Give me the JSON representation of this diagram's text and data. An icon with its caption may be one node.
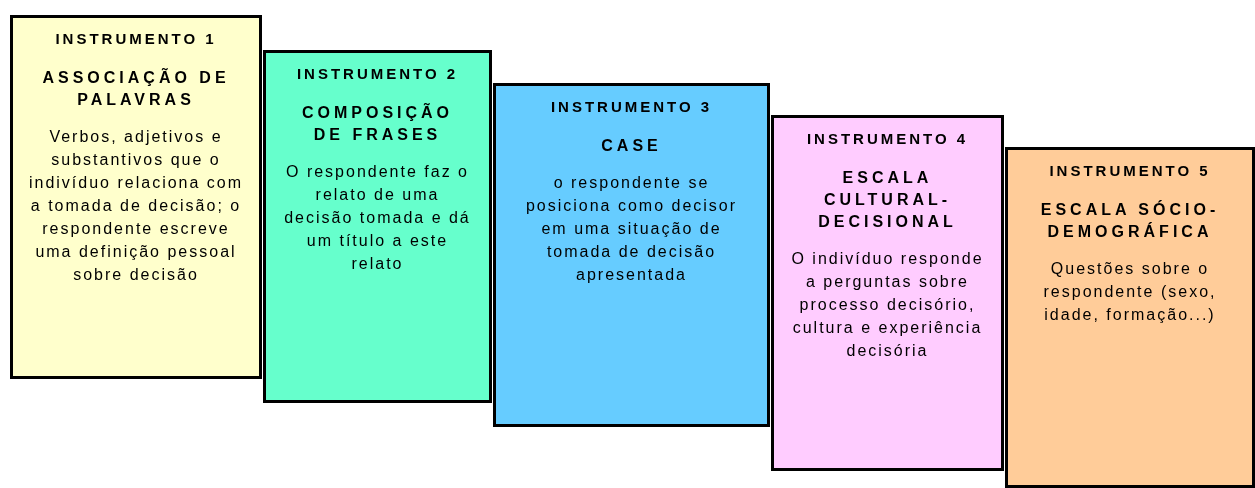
{
  "diagram": {
    "nodes": [
      {
        "text": [
          "INSTRUMENTO 1",
          "ASSOCIAÇÃO DE PALAVRAS",
          "Verbos, adjetivos e substantivos que o indivíduo relaciona com a tomada de decisão; o respondente escreve uma definição pessoal sobre decisão"
        ]
      },
      {
        "text": [
          "INSTRUMENTO 2",
          "COMPOSIÇÃO DE FRASES",
          "O respondente faz o relato de uma decisão tomada e dá um título a este relato"
        ]
      },
      {
        "text": [
          "INSTRUMENTO 3",
          "CASE",
          "o respondente se posiciona como decisor em uma situação de tomada de decisão apresentada"
        ]
      },
      {
        "text": [
          "INSTRUMENTO 4",
          "ESCALA CULTURAL-DECISIONAL",
          "O indivíduo responde a perguntas sobre processo decisório, cultura e experiência decisória"
        ]
      },
      {
        "text": [
          "INSTRUMENTO 5",
          "ESCALA SÓCIO-DEMOGRÁFICA",
          "Questões sobre o respondente (sexo, idade, formação...)"
        ]
      }
    ]
  }
}
